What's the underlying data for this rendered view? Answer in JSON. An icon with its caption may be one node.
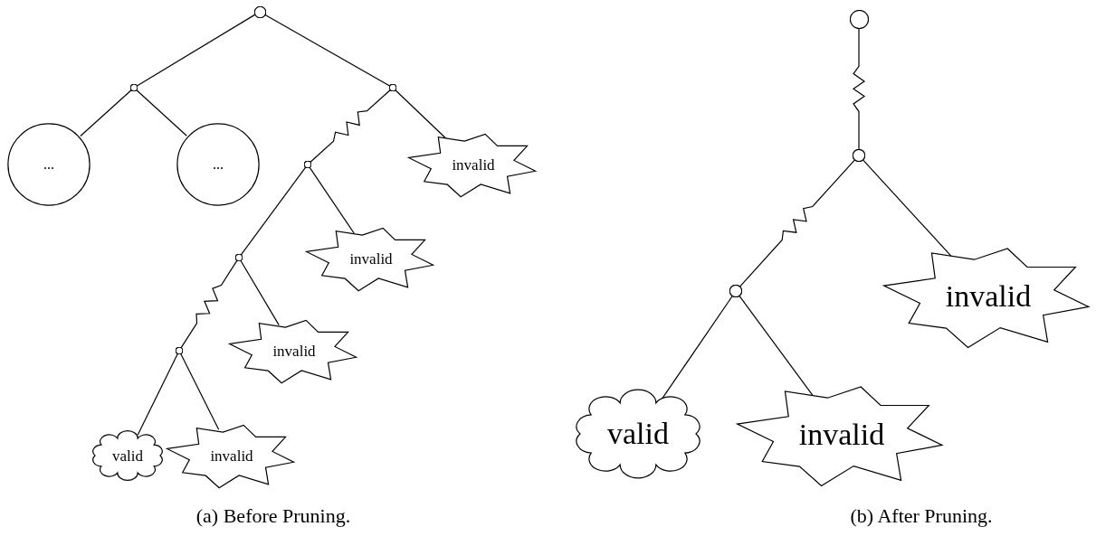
{
  "diagram": {
    "nodes": [
      {
        "text": [],
        "shape": "circle"
      },
      {
        "text": [],
        "shape": "circle"
      },
      {
        "text": [],
        "shape": "circle"
      },
      {
        "text": [
          "..."
        ]
      },
      {
        "text": [
          "..."
        ]
      },
      {
        "text": [],
        "shape": "circle"
      },
      {
        "text": [
          "invalid"
        ]
      },
      {
        "text": [],
        "shape": "circle"
      },
      {
        "text": [
          "invalid"
        ]
      },
      {
        "text": [],
        "shape": "circle"
      },
      {
        "text": [
          "invalid"
        ]
      },
      {
        "text": [
          "valid"
        ]
      },
      {
        "text": [
          "invalid"
        ]
      },
      {
        "text": [],
        "shape": "circle"
      },
      {
        "text": [],
        "shape": "circle"
      },
      {
        "text": [],
        "shape": "circle"
      },
      {
        "text": [
          "invalid"
        ]
      },
      {
        "text": [
          "valid"
        ]
      },
      {
        "text": [
          "invalid"
        ]
      }
    ],
    "edges": [
      {
        "from": 0,
        "to": 1,
        "arrow": "none"
      },
      {
        "from": 0,
        "to": 2,
        "arrow": "none"
      },
      {
        "from": 1,
        "to": 3,
        "arrow": "none"
      },
      {
        "from": 1,
        "to": 4,
        "arrow": "none"
      },
      {
        "from": 2,
        "to": 5,
        "arrow": "none"
      },
      {
        "from": 2,
        "to": 6,
        "arrow": "none"
      },
      {
        "from": 5,
        "to": 7,
        "arrow": "none"
      },
      {
        "from": 5,
        "to": 8,
        "arrow": "none"
      },
      {
        "from": 7,
        "to": 9,
        "arrow": "none"
      },
      {
        "from": 7,
        "to": 10,
        "arrow": "none"
      },
      {
        "from": 9,
        "to": 11,
        "arrow": "none"
      },
      {
        "from": 9,
        "to": 12,
        "arrow": "none"
      },
      {
        "from": 13,
        "to": 14,
        "arrow": "none"
      },
      {
        "from": 14,
        "to": 15,
        "arrow": "none"
      },
      {
        "from": 14,
        "to": 16,
        "arrow": "none"
      },
      {
        "from": 15,
        "to": 17,
        "arrow": "none"
      },
      {
        "from": 15,
        "to": 18,
        "arrow": "none"
      }
    ],
    "labels": [
      "(a) Before Pruning.",
      "(b) After Pruning."
    ]
  }
}
